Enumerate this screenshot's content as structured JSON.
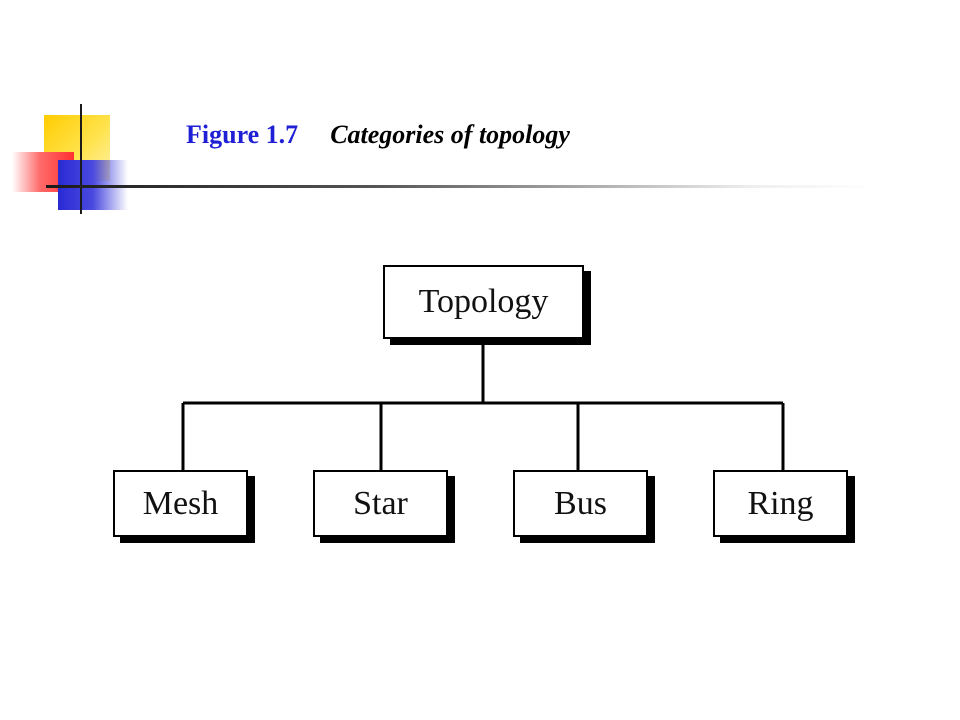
{
  "header": {
    "figure_number": "Figure 1.7",
    "figure_caption": "Categories of topology"
  },
  "diagram": {
    "root": {
      "label": "Topology"
    },
    "children": [
      {
        "label": "Mesh"
      },
      {
        "label": "Star"
      },
      {
        "label": "Bus"
      },
      {
        "label": "Ring"
      }
    ]
  },
  "colors": {
    "figure_number": "#1f1fd6",
    "accent_yellow": "#ffcc00",
    "accent_red": "#ff3030",
    "accent_blue": "#2a2ad4"
  }
}
